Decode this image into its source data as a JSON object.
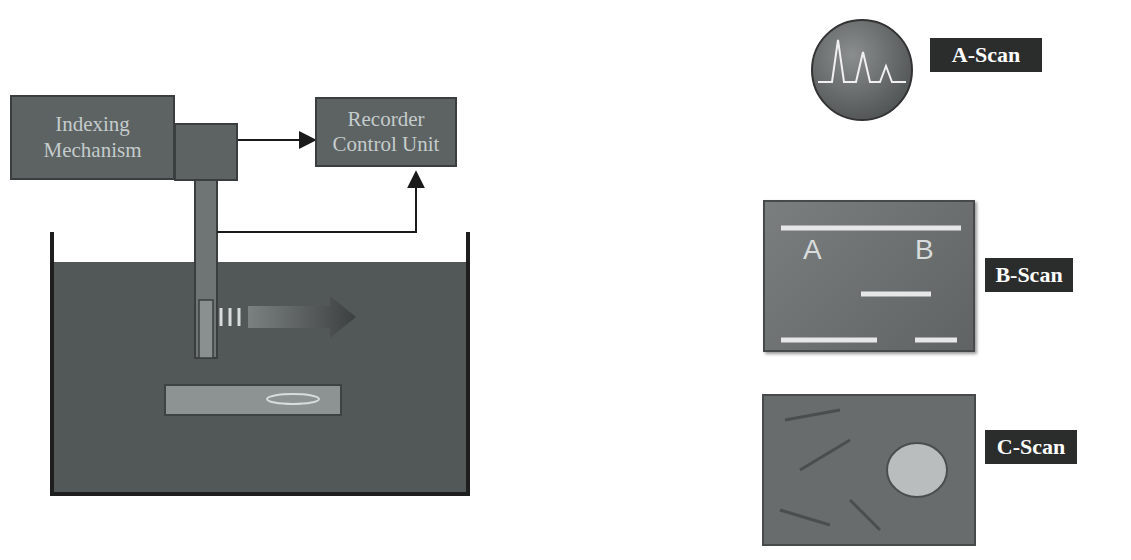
{
  "diagram": {
    "nodes": [
      {
        "text": [
          "Indexing Mechanism"
        ]
      },
      {
        "text": [
          "Recorder Control Unit"
        ]
      },
      {
        "text": [
          "A-Scan"
        ]
      },
      {
        "text": [
          "A",
          "B"
        ]
      },
      {
        "text": [
          "B-Scan"
        ]
      },
      {
        "text": [
          "C-Scan"
        ]
      }
    ],
    "edges": [
      {
        "from": 0,
        "to": 1,
        "arrow": "to"
      }
    ]
  }
}
